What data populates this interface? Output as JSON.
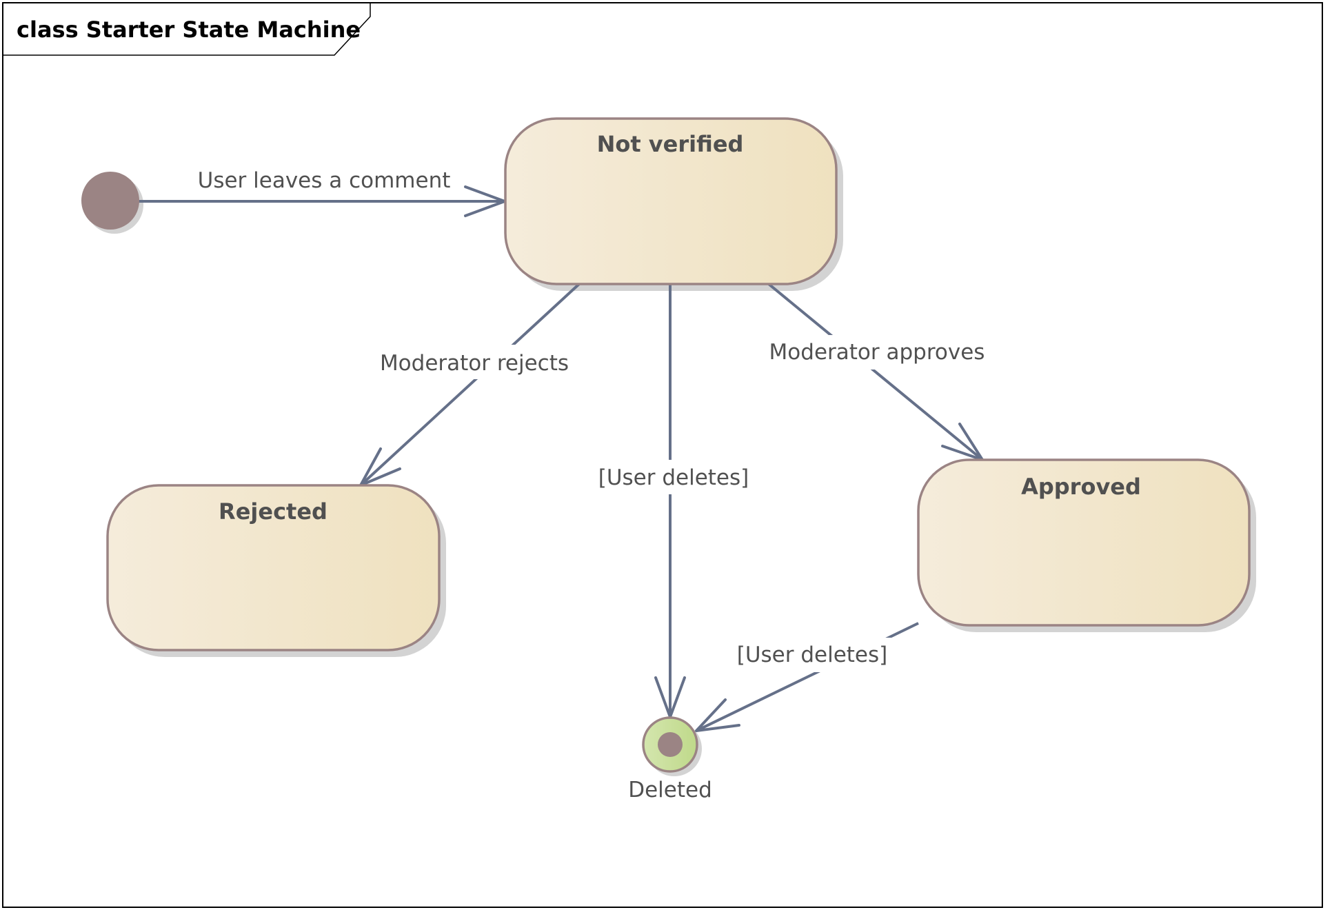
{
  "diagram": {
    "kind": "UML state machine",
    "frame_title": "class Starter State Machine",
    "colors": {
      "frame": "#000000",
      "edge": "#657089",
      "state_fill_start": "#f5ecdb",
      "state_fill_end": "#efe1bf",
      "state_border": "#9b8484",
      "pseudostate_fill": "#9b8484",
      "final_fill": "#c5df8f",
      "shadow": "#d3d3d3",
      "text": "#505050"
    },
    "nodes": [
      {
        "id": "initial",
        "type": "initial-pseudostate",
        "label": ""
      },
      {
        "id": "not_verified",
        "type": "state",
        "label": "Not verified"
      },
      {
        "id": "rejected",
        "type": "state",
        "label": "Rejected"
      },
      {
        "id": "approved",
        "type": "state",
        "label": "Approved"
      },
      {
        "id": "deleted",
        "type": "final-state",
        "label": "Deleted"
      }
    ],
    "transitions": [
      {
        "id": "t1",
        "from": "initial",
        "to": "not_verified",
        "label": "User leaves a comment"
      },
      {
        "id": "t2",
        "from": "not_verified",
        "to": "rejected",
        "label": "Moderator rejects"
      },
      {
        "id": "t3",
        "from": "not_verified",
        "to": "deleted",
        "label": "[User deletes]"
      },
      {
        "id": "t4",
        "from": "not_verified",
        "to": "approved",
        "label": "Moderator approves"
      },
      {
        "id": "t5",
        "from": "approved",
        "to": "deleted",
        "label": "[User deletes]"
      }
    ]
  }
}
